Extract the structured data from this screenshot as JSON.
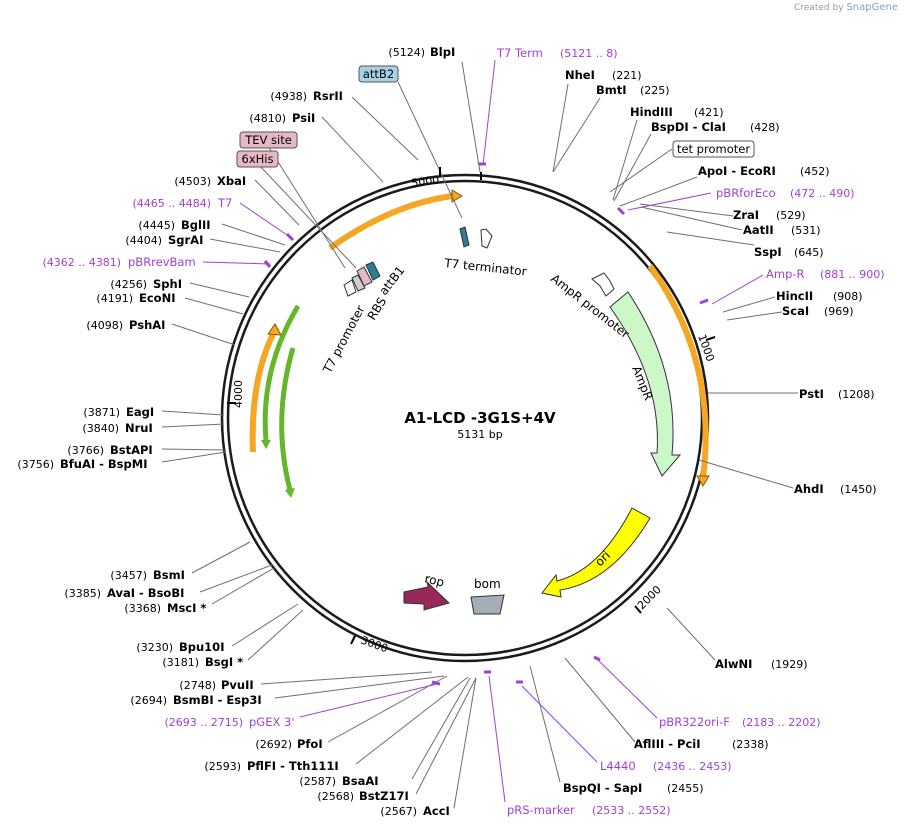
{
  "credit": {
    "prefix": "Created by",
    "brand": "SnapGene"
  },
  "plasmid": {
    "name": "A1-LCD -3G1S+4V",
    "size_label": "5131 bp",
    "length": 5131
  },
  "ticks": [
    {
      "label": "1000",
      "bp": 1000
    },
    {
      "label": "2000",
      "bp": 2000
    },
    {
      "label": "3000",
      "bp": 3000
    },
    {
      "label": "4000",
      "bp": 4000
    },
    {
      "label": "5000",
      "bp": 5000
    }
  ],
  "enzymes": [
    {
      "name": "BlpI",
      "pos": "(5124)",
      "side": "L"
    },
    {
      "name": "NheI",
      "pos": "(221)",
      "side": "R"
    },
    {
      "name": "BmtI",
      "pos": "(225)",
      "side": "R"
    },
    {
      "name": "HindIII",
      "pos": "(421)",
      "side": "R"
    },
    {
      "name": "BspDI - ClaI",
      "pos": "(428)",
      "side": "R"
    },
    {
      "name": "ApoI - EcoRI",
      "pos": "(452)",
      "side": "R"
    },
    {
      "name": "ZraI",
      "pos": "(529)",
      "side": "R"
    },
    {
      "name": "AatII",
      "pos": "(531)",
      "side": "R"
    },
    {
      "name": "SspI",
      "pos": "(645)",
      "side": "R"
    },
    {
      "name": "HincII",
      "pos": "(908)",
      "side": "R"
    },
    {
      "name": "ScaI",
      "pos": "(969)",
      "side": "R"
    },
    {
      "name": "PstI",
      "pos": "(1208)",
      "side": "R"
    },
    {
      "name": "AhdI",
      "pos": "(1450)",
      "side": "R"
    },
    {
      "name": "AlwNI",
      "pos": "(1929)",
      "side": "R"
    },
    {
      "name": "AflIII - PciI",
      "pos": "(2338)",
      "side": "R"
    },
    {
      "name": "BspQI - SapI",
      "pos": "(2455)",
      "side": "R"
    },
    {
      "name": "AccI",
      "pos": "(2567)",
      "side": "L"
    },
    {
      "name": "BstZ17I",
      "pos": "(2568)",
      "side": "L"
    },
    {
      "name": "BsaAI",
      "pos": "(2587)",
      "side": "L"
    },
    {
      "name": "PflFI - Tth111I",
      "pos": "(2593)",
      "side": "L"
    },
    {
      "name": "PfoI",
      "pos": "(2692)",
      "side": "L"
    },
    {
      "name": "BsmBI - Esp3I",
      "pos": "(2694)",
      "side": "L"
    },
    {
      "name": "PvuII",
      "pos": "(2748)",
      "side": "L"
    },
    {
      "name": "BsgI *",
      "pos": "(3181)",
      "side": "L"
    },
    {
      "name": "Bpu10I",
      "pos": "(3230)",
      "side": "L"
    },
    {
      "name": "MscI *",
      "pos": "(3368)",
      "side": "L"
    },
    {
      "name": "AvaI - BsoBI",
      "pos": "(3385)",
      "side": "L"
    },
    {
      "name": "BsmI",
      "pos": "(3457)",
      "side": "L"
    },
    {
      "name": "BfuAI - BspMI",
      "pos": "(3756)",
      "side": "L"
    },
    {
      "name": "BstAPI",
      "pos": "(3766)",
      "side": "L"
    },
    {
      "name": "NruI",
      "pos": "(3840)",
      "side": "L"
    },
    {
      "name": "EagI",
      "pos": "(3871)",
      "side": "L"
    },
    {
      "name": "PshAI",
      "pos": "(4098)",
      "side": "L"
    },
    {
      "name": "EcoNI",
      "pos": "(4191)",
      "side": "L"
    },
    {
      "name": "SphI",
      "pos": "(4256)",
      "side": "L"
    },
    {
      "name": "SgrAI",
      "pos": "(4404)",
      "side": "L"
    },
    {
      "name": "BglII",
      "pos": "(4445)",
      "side": "L"
    },
    {
      "name": "XbaI",
      "pos": "(4503)",
      "side": "L"
    },
    {
      "name": "PsiI",
      "pos": "(4810)",
      "side": "L"
    },
    {
      "name": "RsrII",
      "pos": "(4938)",
      "side": "L"
    }
  ],
  "primers": [
    {
      "name": "T7 Term",
      "pos": "(5121 .. 8)"
    },
    {
      "name": "pBRforEco",
      "pos": "(472 .. 490)"
    },
    {
      "name": "Amp-R",
      "pos": "(881 .. 900)"
    },
    {
      "name": "pBR322ori-F",
      "pos": "(2183 .. 2202)"
    },
    {
      "name": "L4440",
      "pos": "(2436 .. 2453)"
    },
    {
      "name": "pRS-marker",
      "pos": "(2533 .. 2552)"
    },
    {
      "name": "pGEX 3'",
      "pos": "(2693 .. 2715)"
    },
    {
      "name": "pBRrevBam",
      "pos": "(4362 .. 4381)"
    },
    {
      "name": "T7",
      "pos": "(4465 .. 4484)"
    }
  ],
  "boxed_features": [
    {
      "label": "attB2",
      "fill": "#a7d2e6"
    },
    {
      "label": "TEV site",
      "fill": "#e6b8c6"
    },
    {
      "label": "6xHis",
      "fill": "#e6b8c6"
    },
    {
      "label": "tet promoter",
      "fill": "#ffffff"
    }
  ],
  "features": [
    {
      "label": "T7 terminator"
    },
    {
      "label": "AmpR promoter"
    },
    {
      "label": "AmpR"
    },
    {
      "label": "ori"
    },
    {
      "label": "bom"
    },
    {
      "label": "rop"
    },
    {
      "label": "T7 promoter"
    },
    {
      "label": "RBS"
    },
    {
      "label": "attB1"
    }
  ],
  "colors": {
    "primer": "#a23fd6",
    "ampr": "#ccf7c8",
    "ori": "#ffff00",
    "rop": "#99285a",
    "bom": "#a5adb8",
    "orf": "#f5a623",
    "lacz": "#64b62a",
    "terminator": "#2d7d96"
  }
}
